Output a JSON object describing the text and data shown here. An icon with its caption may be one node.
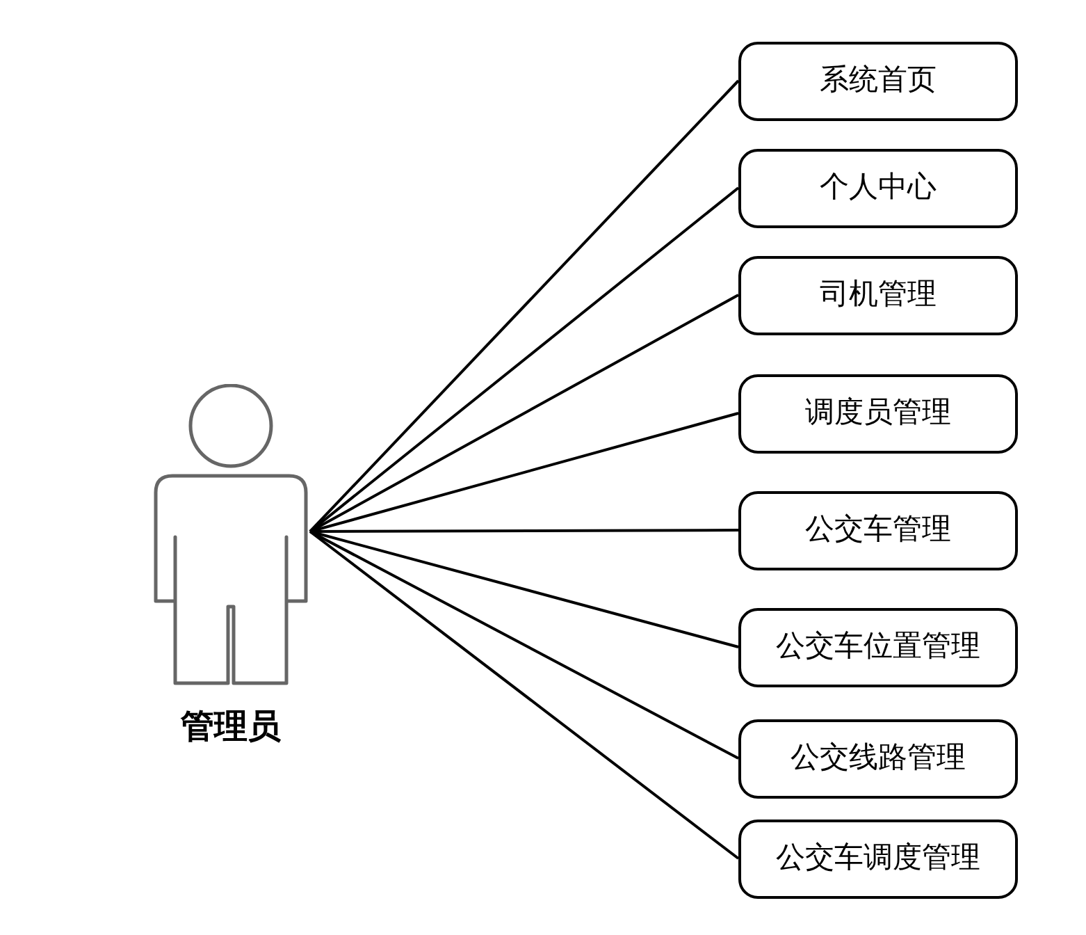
{
  "diagram": {
    "nodes": [
      {
        "text": [
          "管理员"
        ]
      },
      {
        "text": [
          "系统首页"
        ]
      },
      {
        "text": [
          "个人中心"
        ]
      },
      {
        "text": [
          "司机管理"
        ]
      },
      {
        "text": [
          "调度员管理"
        ]
      },
      {
        "text": [
          "公交车管理"
        ]
      },
      {
        "text": [
          "公交车位置管理"
        ]
      },
      {
        "text": [
          "公交线路管理"
        ]
      },
      {
        "text": [
          "公交车调度管理"
        ]
      }
    ],
    "edges": [
      {
        "from": 0,
        "to": 1,
        "arrow": "none"
      },
      {
        "from": 0,
        "to": 2,
        "arrow": "none"
      },
      {
        "from": 0,
        "to": 3,
        "arrow": "none"
      },
      {
        "from": 0,
        "to": 4,
        "arrow": "none"
      },
      {
        "from": 0,
        "to": 5,
        "arrow": "none"
      },
      {
        "from": 0,
        "to": 6,
        "arrow": "none"
      },
      {
        "from": 0,
        "to": 7,
        "arrow": "none"
      },
      {
        "from": 0,
        "to": 8,
        "arrow": "none"
      }
    ]
  }
}
